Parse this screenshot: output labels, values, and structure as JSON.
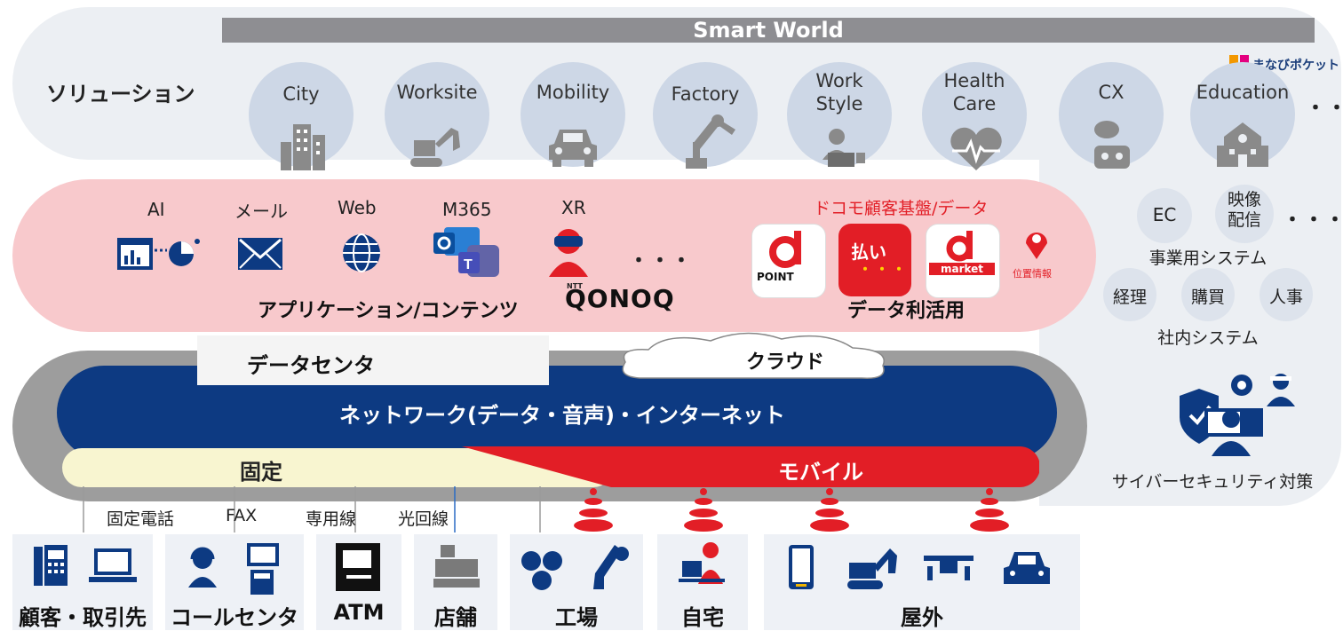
{
  "solutions": {
    "title": "ソリューション",
    "smart_world": "Smart World",
    "manabi": "まなびポケット",
    "more": "・・・",
    "items": [
      {
        "label": "City",
        "icon": "building-icon"
      },
      {
        "label": "Worksite",
        "icon": "excavator-icon"
      },
      {
        "label": "Mobility",
        "icon": "car-icon"
      },
      {
        "label": "Factory",
        "icon": "robot-arm-icon"
      },
      {
        "label": "Work\nStyle",
        "icon": "laptop-worker-icon"
      },
      {
        "label": "Health\nCare",
        "icon": "heart-pulse-icon"
      },
      {
        "label": "CX",
        "icon": "chatbot-icon"
      },
      {
        "label": "Education",
        "icon": "school-icon"
      }
    ]
  },
  "business": {
    "ec": "EC",
    "video": "映像\n配信",
    "more": "・・・",
    "business_system": "事業用システム",
    "accounting": "経理",
    "purchasing": "購買",
    "hr": "人事",
    "internal_system": "社内システム",
    "security": "サイバーセキュリティ対策"
  },
  "apps": {
    "ai": "AI",
    "mail": "メール",
    "web": "Web",
    "m365": "M365",
    "xr": "XR",
    "more": "・・・",
    "qonoq": "QONOQ",
    "ntt": "NTT",
    "apps_label": "アプリケーション/コンテンツ",
    "docomo_label": "ドコモ顧客基盤/データ",
    "dpoint": "POINT",
    "dpay": "払い",
    "dmarket": "market",
    "location": "位置情報",
    "data_label": "データ利活用"
  },
  "network": {
    "datacenter": "データセンタ",
    "cloud": "クラウド",
    "network": "ネットワーク(データ・音声)・インターネット",
    "fixed": "固定",
    "mobile": "モバイル",
    "lines": [
      "固定電話",
      "FAX",
      "専用線",
      "光回線"
    ]
  },
  "customers": {
    "client": "顧客・取引先",
    "callcenter": "コールセンタ",
    "atm": "ATM",
    "store": "店舗",
    "factory": "工場",
    "home": "自宅",
    "outdoor": "屋外"
  },
  "colors": {
    "navy": "#0d3a82",
    "red": "#e21e26",
    "pink": "#f8c9cc",
    "gray": "#eceff3"
  }
}
